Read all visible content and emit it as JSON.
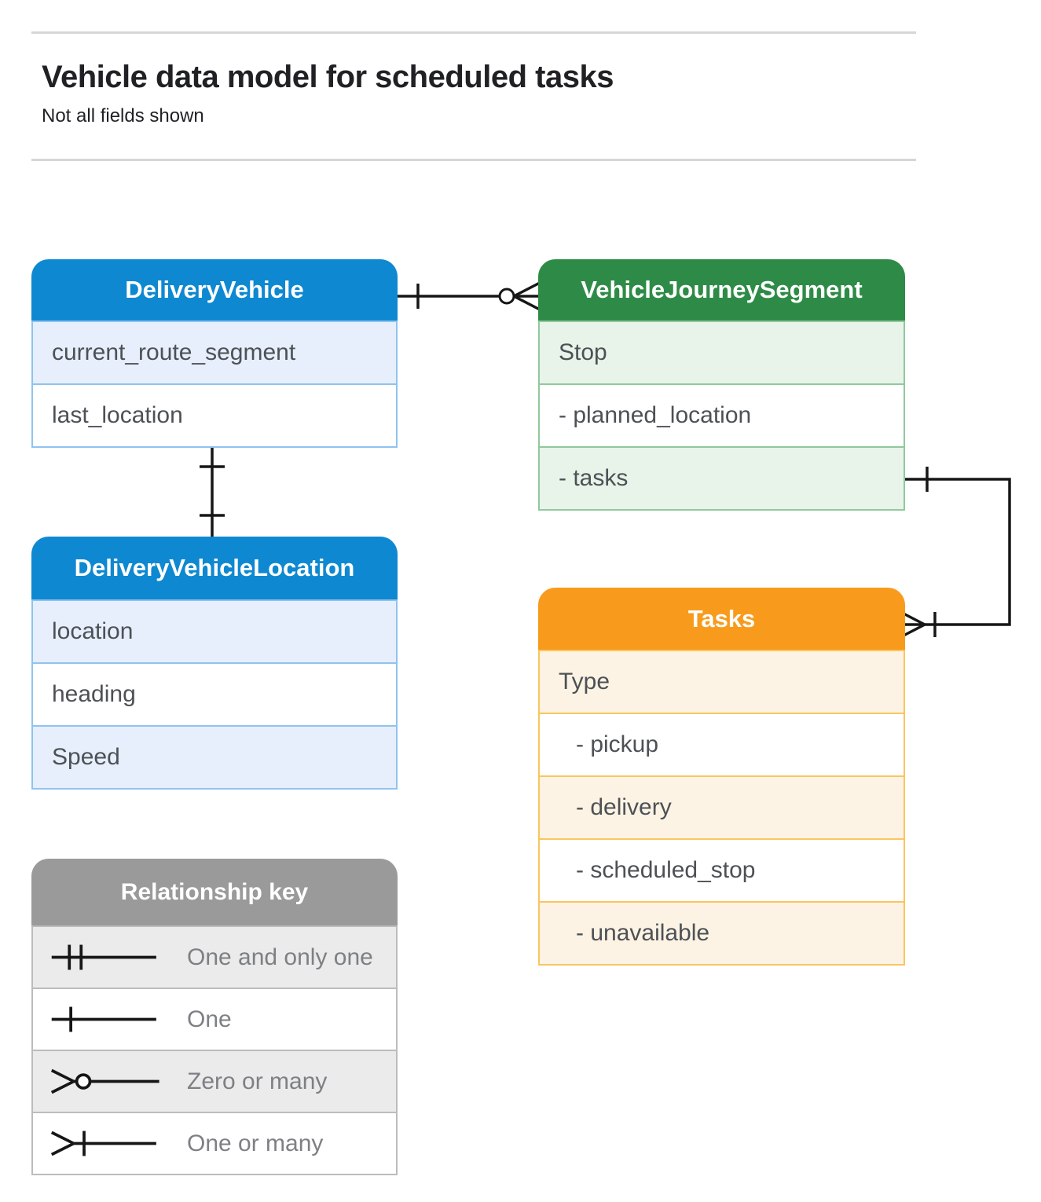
{
  "page": {
    "title": "Vehicle data model for scheduled tasks",
    "subtitle": "Not all fields shown"
  },
  "colors": {
    "blue": "#0e88d1",
    "blue-row": "#e6effb",
    "blue-border": "#8fc3ef",
    "green": "#2e8b47",
    "green-row": "#e8f3ea",
    "green-border": "#90c99c",
    "orange": "#f89b1c",
    "orange-row": "#fdf3e4",
    "orange-border": "#fac55e",
    "gray": "#9a9a9a",
    "gray-row": "#ebebeb",
    "gray-border": "#bcbcbc",
    "ink": "#1f2124",
    "field": "#4d5156",
    "legend-text": "#7d8084",
    "line": "#161616",
    "rule": "#d6d6d6"
  },
  "entities": {
    "delivery_vehicle": {
      "title": "DeliveryVehicle",
      "rows": [
        "current_route_segment",
        "last_location"
      ]
    },
    "vehicle_journey_segment": {
      "title": "VehicleJourneySegment",
      "rows": [
        "Stop",
        "- planned_location",
        "- tasks"
      ]
    },
    "delivery_vehicle_location": {
      "title": "DeliveryVehicleLocation",
      "rows": [
        "location",
        "heading",
        "Speed"
      ]
    },
    "tasks": {
      "title": "Tasks",
      "rows": [
        "Type",
        "- pickup",
        "- delivery",
        "- scheduled_stop",
        "- unavailable"
      ]
    }
  },
  "legend": {
    "title": "Relationship key",
    "items": [
      "One and only one",
      "One",
      "Zero or many",
      "One or many"
    ]
  },
  "relationships": [
    {
      "from": "DeliveryVehicle",
      "to": "VehicleJourneySegment",
      "from_cardinality": "one",
      "to_cardinality": "zero or many"
    },
    {
      "from": "DeliveryVehicle",
      "to": "DeliveryVehicleLocation",
      "from_cardinality": "one",
      "to_cardinality": "one"
    },
    {
      "from": "VehicleJourneySegment.tasks",
      "to": "Tasks",
      "from_cardinality": "one",
      "to_cardinality": "one or many"
    }
  ]
}
